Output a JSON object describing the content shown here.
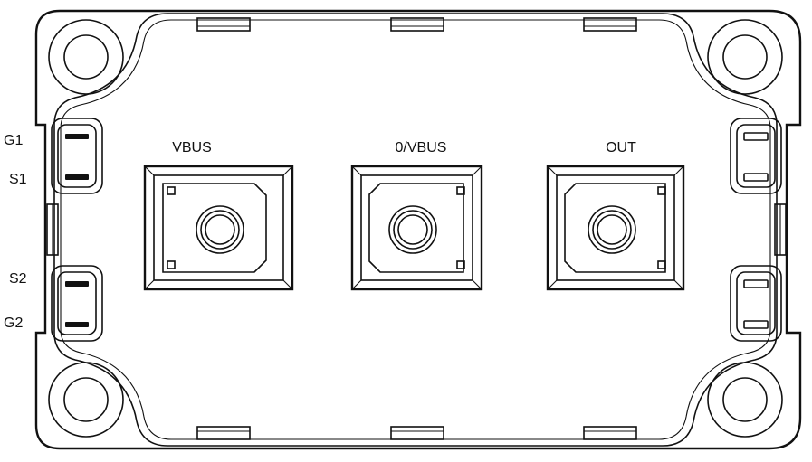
{
  "terminals": {
    "left_labels": [
      "G1",
      "S1",
      "S2",
      "G2"
    ],
    "power": [
      {
        "id": "vbus",
        "label": "VBUS"
      },
      {
        "id": "zero-vbus",
        "label": "0/VBUS"
      },
      {
        "id": "out",
        "label": "OUT"
      }
    ]
  },
  "colors": {
    "line": "#111111",
    "background": "#ffffff"
  }
}
